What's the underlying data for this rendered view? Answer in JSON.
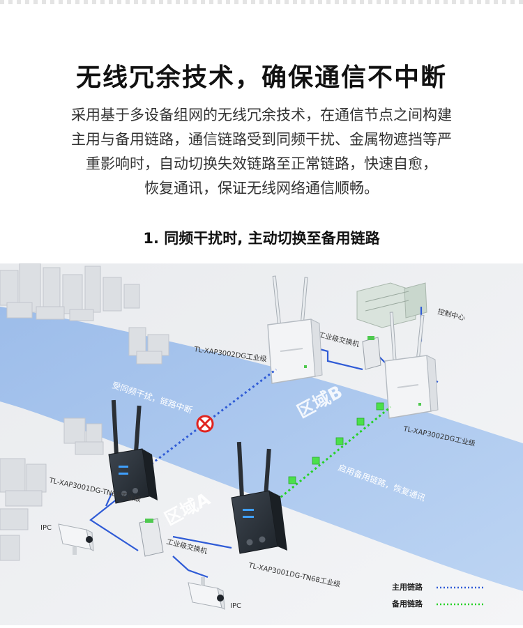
{
  "header": {
    "title": "无线冗余技术，确保通信不中断",
    "description_lines": [
      "采用基于多设备组网的无线冗余技术，在通信节点之间构建",
      "主用与备用链路，通信链路受到同频干扰、金属物遮挡等严",
      "重影响时，自动切换失效链路至正常链路，快速自愈，",
      "恢复通讯，保证无线网络通信顺畅。"
    ],
    "subtitle": "1. 同频干扰时, 主动切换至备用链路"
  },
  "diagram": {
    "zone_a": "区域A",
    "zone_b": "区域B",
    "control_center": "控制中心",
    "switch_top": "工业级交换机",
    "switch_bottom": "工业级交换机",
    "ap_top_left": "TL-XAP3002DG工业级",
    "ap_top_right": "TL-XAP3002DG工业级",
    "ap_bottom_left": "TL-XAP3001DG-TN68工业级",
    "ap_bottom_right": "TL-XAP3001DG-TN68工业级",
    "ipc_left": "IPC",
    "ipc_right": "IPC",
    "interference_label": "受同频干扰，链路中断",
    "backup_label": "启用备用链路，恢复通讯",
    "legend": [
      {
        "label": "主用链路",
        "color": "#2f5bd6"
      },
      {
        "label": "备用链路",
        "color": "#26d126"
      }
    ],
    "colors": {
      "river": "#a7c5ee",
      "primary_link": "#2f5bd6",
      "backup_link": "#26d126",
      "cable": "#2f5bd6",
      "interference": "#e0241f"
    }
  }
}
